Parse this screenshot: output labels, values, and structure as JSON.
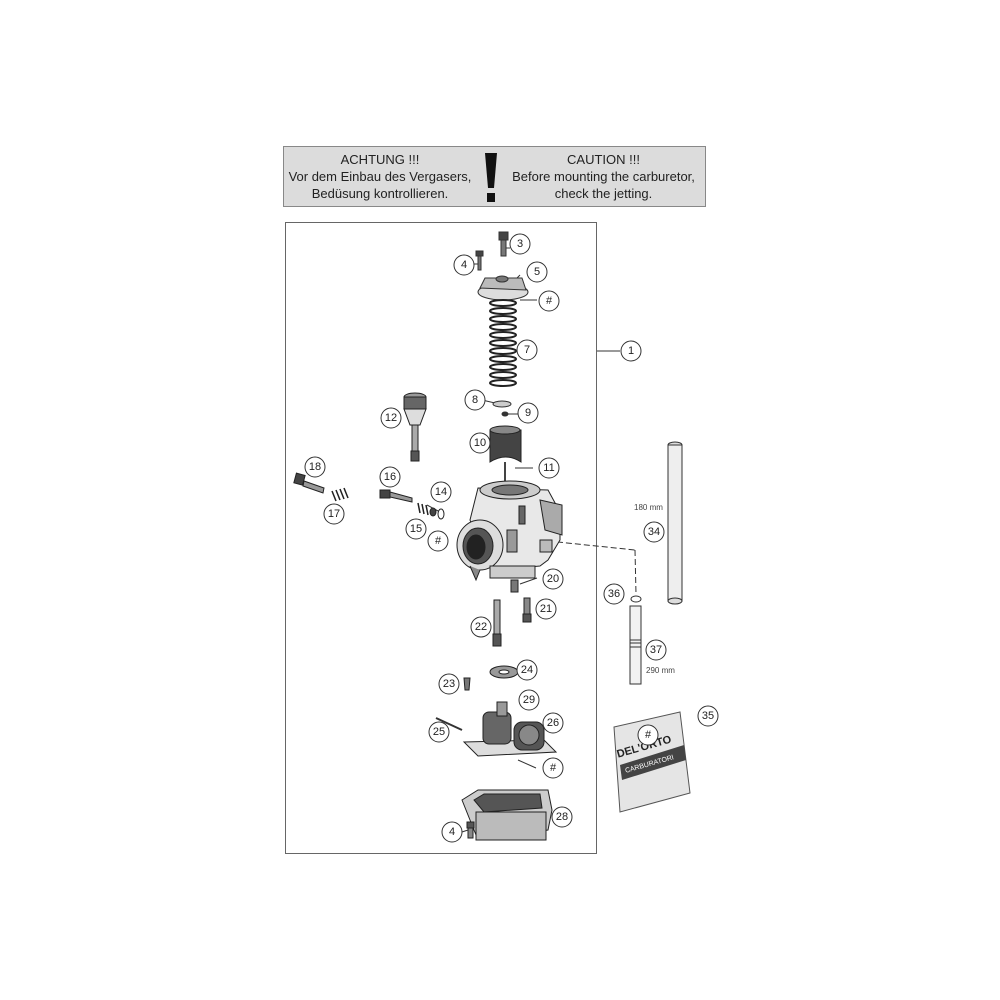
{
  "warning": {
    "de_title": "ACHTUNG !!!",
    "de_line1": "Vor dem Einbau des Vergasers,",
    "de_line2": "Bedüsung kontrollieren.",
    "en_title": "CAUTION !!!",
    "en_line1": "Before mounting the carburetor,",
    "en_line2": "check the jetting."
  },
  "callouts": [
    "1",
    "3",
    "4",
    "5",
    "#",
    "7",
    "8",
    "9",
    "10",
    "11",
    "12",
    "14",
    "15",
    "16",
    "17",
    "18",
    "#",
    "20",
    "21",
    "22",
    "23",
    "24",
    "25",
    "26",
    "#",
    "28",
    "29",
    "34",
    "35",
    "36",
    "37",
    "4",
    "#"
  ],
  "dimensions": {
    "tube_34": "180 mm",
    "tube_37": "290 mm"
  },
  "package": {
    "brand": "DEL'ORTO",
    "label": "CARBURATORI"
  }
}
